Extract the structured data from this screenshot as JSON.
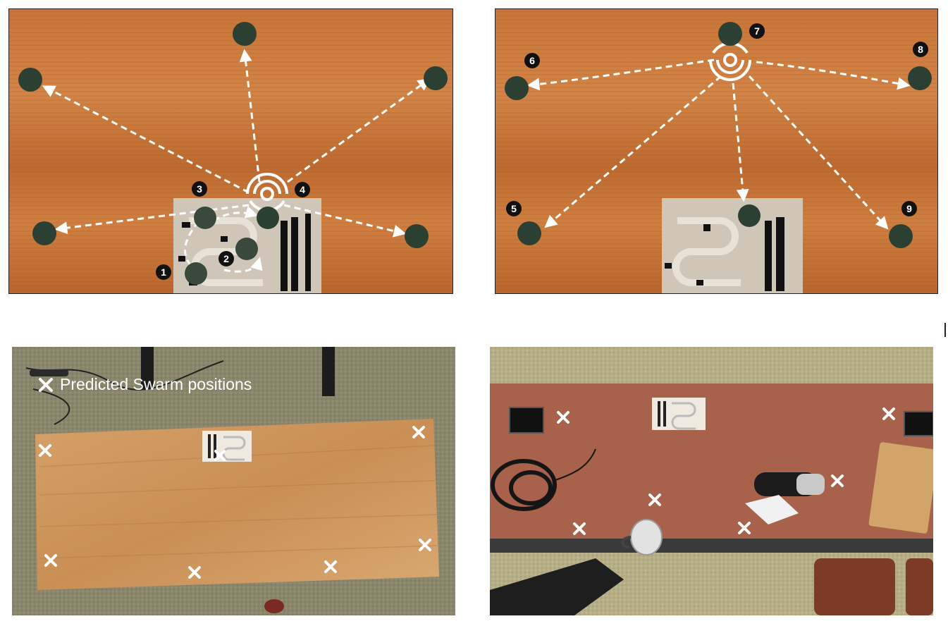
{
  "panels": {
    "top_left": {
      "steps": [
        "1",
        "2",
        "3",
        "4"
      ]
    },
    "top_right": {
      "steps": [
        "5",
        "6",
        "7",
        "8",
        "9"
      ]
    },
    "bottom_left": {
      "legend": {
        "label": "Predicted Swarm positions",
        "icon": "x-mark-icon"
      }
    },
    "bottom_right": {}
  },
  "colors": {
    "wood": "#c8733a",
    "wood_dark": "#a85a28",
    "robot": "#2c3f33",
    "marker": "#ffffff",
    "badge": "#111111",
    "carpet": "#8c8a70",
    "desk_tan": "#c99a64",
    "desk_red": "#a8614a"
  }
}
